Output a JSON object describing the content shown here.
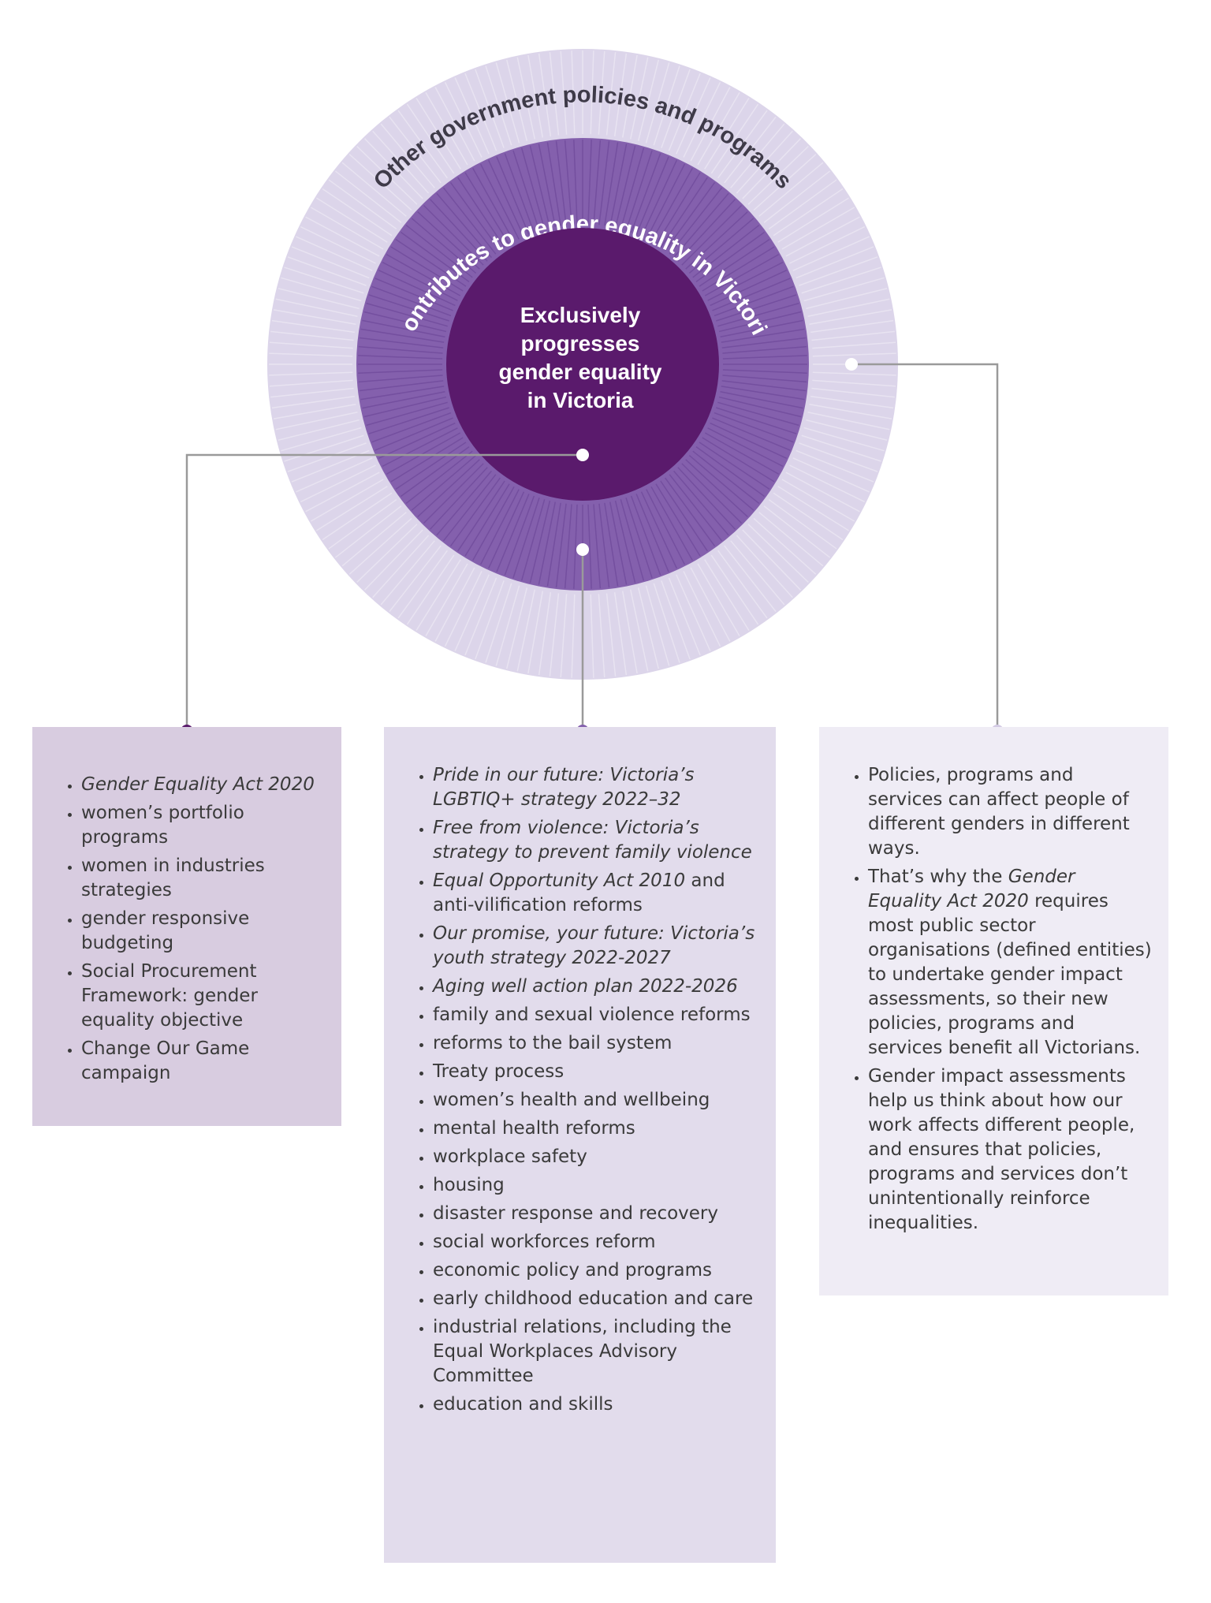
{
  "rings": {
    "outer_label": "Other government policies and programs",
    "middle_label": "Contributes to gender equality in Victoria",
    "inner_lines": [
      "Exclusively",
      "progresses",
      "gender equality",
      "in Victoria"
    ]
  },
  "colors": {
    "outer_ring": "#dcd5ea",
    "middle_ring": "#8460ad",
    "inner_circle": "#5a1a6c",
    "connector_line": "#9a9a9a",
    "box_left": "#d8cce0",
    "box_middle": "#e2dcec",
    "box_right": "#efecf5"
  },
  "left_box": {
    "items": [
      {
        "parts": [
          {
            "text": "Gender Equality Act 2020",
            "italic": true
          }
        ]
      },
      {
        "parts": [
          {
            "text": "women’s portfolio programs",
            "italic": false
          }
        ]
      },
      {
        "parts": [
          {
            "text": "women in industries strategies",
            "italic": false
          }
        ]
      },
      {
        "parts": [
          {
            "text": "gender responsive budgeting",
            "italic": false
          }
        ]
      },
      {
        "parts": [
          {
            "text": "Social Procurement Framework: gender equality objective",
            "italic": false
          }
        ]
      },
      {
        "parts": [
          {
            "text": "Change Our Game campaign",
            "italic": false
          }
        ]
      }
    ]
  },
  "middle_box": {
    "items": [
      {
        "parts": [
          {
            "text": "Pride in our future: Victoria’s LGBTIQ+ strategy 2022–32",
            "italic": true
          }
        ]
      },
      {
        "parts": [
          {
            "text": "Free from violence: Victoria’s strategy to prevent family violence",
            "italic": true
          }
        ]
      },
      {
        "parts": [
          {
            "text": "Equal Opportunity Act 2010",
            "italic": true
          },
          {
            "text": " and anti-vilification reforms",
            "italic": false
          }
        ]
      },
      {
        "parts": [
          {
            "text": "Our promise, your future: Victoria’s youth strategy 2022-2027",
            "italic": true
          }
        ]
      },
      {
        "parts": [
          {
            "text": "Aging well action plan 2022-2026",
            "italic": true
          }
        ]
      },
      {
        "parts": [
          {
            "text": "family and sexual violence reforms",
            "italic": false
          }
        ]
      },
      {
        "parts": [
          {
            "text": "reforms to the bail system",
            "italic": false
          }
        ]
      },
      {
        "parts": [
          {
            "text": "Treaty process",
            "italic": false
          }
        ]
      },
      {
        "parts": [
          {
            "text": "women’s health and wellbeing",
            "italic": false
          }
        ]
      },
      {
        "parts": [
          {
            "text": "mental health reforms",
            "italic": false
          }
        ]
      },
      {
        "parts": [
          {
            "text": "workplace safety",
            "italic": false
          }
        ]
      },
      {
        "parts": [
          {
            "text": "housing",
            "italic": false
          }
        ]
      },
      {
        "parts": [
          {
            "text": "disaster response and recovery",
            "italic": false
          }
        ]
      },
      {
        "parts": [
          {
            "text": "social workforces reform",
            "italic": false
          }
        ]
      },
      {
        "parts": [
          {
            "text": "economic policy and programs",
            "italic": false
          }
        ]
      },
      {
        "parts": [
          {
            "text": "early childhood education and care",
            "italic": false
          }
        ]
      },
      {
        "parts": [
          {
            "text": "industrial relations, including the Equal Workplaces Advisory Committee",
            "italic": false
          }
        ]
      },
      {
        "parts": [
          {
            "text": "education and skills",
            "italic": false
          }
        ]
      }
    ]
  },
  "right_box": {
    "items": [
      {
        "parts": [
          {
            "text": "Policies, programs and services can affect people of different genders in different ways.",
            "italic": false
          }
        ]
      },
      {
        "parts": [
          {
            "text": "That’s why the ",
            "italic": false
          },
          {
            "text": "Gender Equality Act 2020",
            "italic": true
          },
          {
            "text": " requires most public sector organisations (defined entities) to undertake gender impact assessments, so their new policies, programs and services benefit all Victorians.",
            "italic": false
          }
        ]
      },
      {
        "parts": [
          {
            "text": "Gender impact assessments help us think about how our work affects different people, and ensures that policies, programs and services don’t unintentionally reinforce inequalities.",
            "italic": false
          }
        ]
      }
    ]
  }
}
